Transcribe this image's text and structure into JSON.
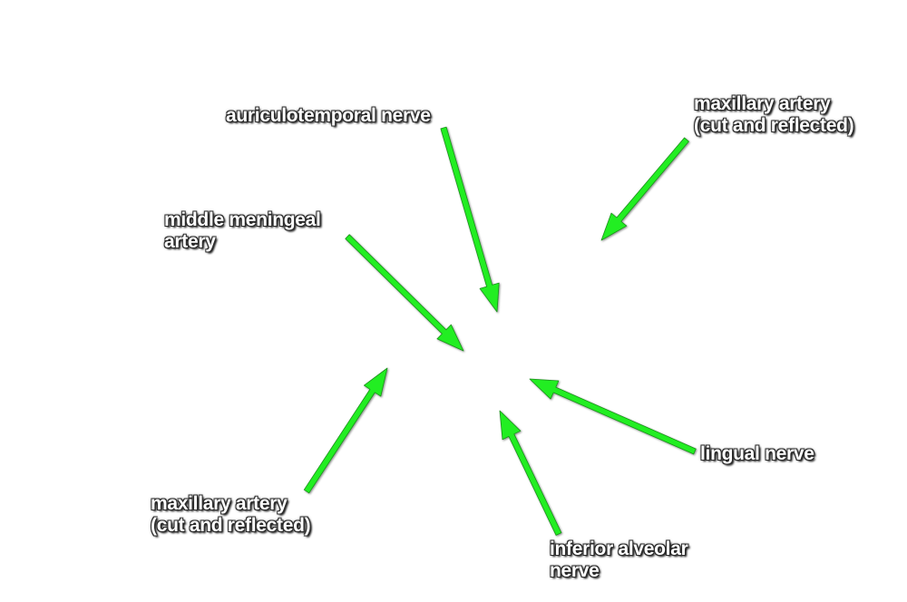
{
  "colors": {
    "arrow": "#22ee22",
    "arrow_outline": "#1a8f1a",
    "label_text": "#ffffff",
    "label_shadow": "#2b2b2b",
    "background": "#ffffff"
  },
  "labels": {
    "auriculotemporal": {
      "line1": "auriculotemporal nerve"
    },
    "maxillary_upper": {
      "line1": "maxillary artery",
      "line2": "(cut and reflected)"
    },
    "middle_meningeal": {
      "line1": "middle meningeal",
      "line2": "artery"
    },
    "lingual": {
      "line1": "lingual nerve"
    },
    "maxillary_lower": {
      "line1": "maxillary artery",
      "line2": "(cut and reflected)"
    },
    "inferior_alveolar": {
      "line1": "inferior alveolar",
      "line2": "nerve"
    }
  }
}
